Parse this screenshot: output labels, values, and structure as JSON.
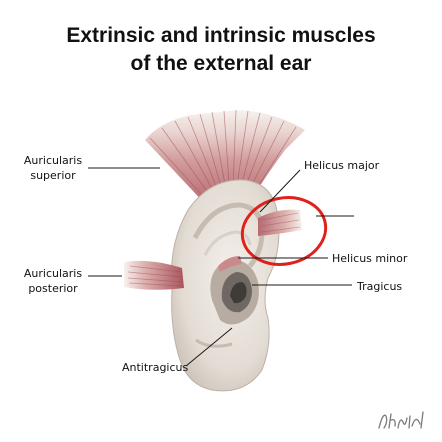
{
  "title": {
    "line1": "Extrinsic and intrinsic muscles",
    "line2": "of the external ear"
  },
  "labels": {
    "auricularis_superior": [
      "Auricularis",
      "superior"
    ],
    "auricularis_posterior": [
      "Auricularis",
      "posterior"
    ],
    "helicus_major": "Helicus major",
    "helicus_minor": "Helicus minor",
    "tragicus": "Tragicus",
    "antitragicus": "Antitragicus"
  },
  "highlight": {
    "color": "#e0201b"
  },
  "colors": {
    "muscle": "#c8868a",
    "muscle_dark": "#a9555d",
    "tendon": "#f3eeea",
    "ear_skin": "#e9e3dc",
    "ear_shadow": "#b8ada3",
    "leader_line": "#1a1a1a"
  }
}
